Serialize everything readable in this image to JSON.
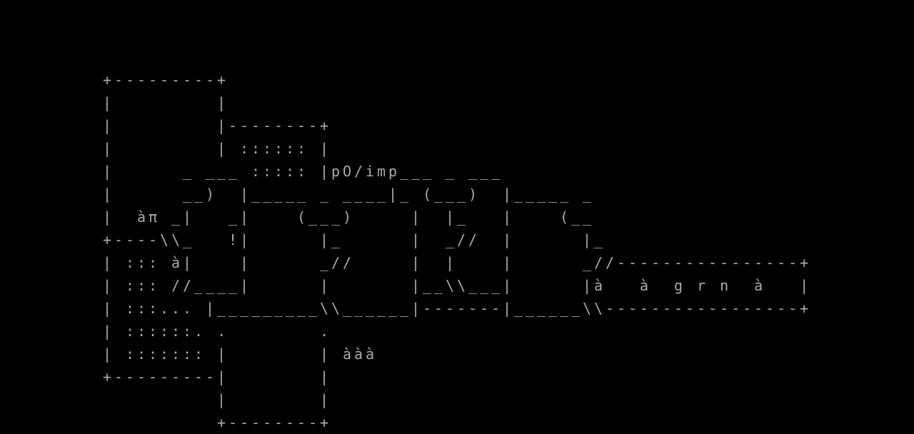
{
  "screen": {
    "foreground": "#aaaaaa",
    "background": "#000000",
    "lines": [
      "",
      "",
      "",
      "         +---------+",
      "         |         |",
      "         |         |--------+",
      "         |         | :::::: |",
      "         |      _ ___ ::::: |pO/imp___ _ ___",
      "         |      __)  |_____ _ ____|_ (___)  |_____ _",
      "         |  àπ _|   _|    (___)     |  |_   |    (__",
      "         +----\\\\_   !|      |_      |  _//  |      |_",
      "         | ::: à|    |      _//     |  |    |      _//----------------+",
      "         | ::: //____|      |       |__\\\\___|      |à   à  g r n  à   |",
      "         | :::... |_________\\\\______|-------|______\\\\-----------------+",
      "         | ::::::. .        .",
      "         | ::::::: |        | ààà",
      "         +---------|        |",
      "                   |        |",
      "                   +--------+"
    ]
  }
}
